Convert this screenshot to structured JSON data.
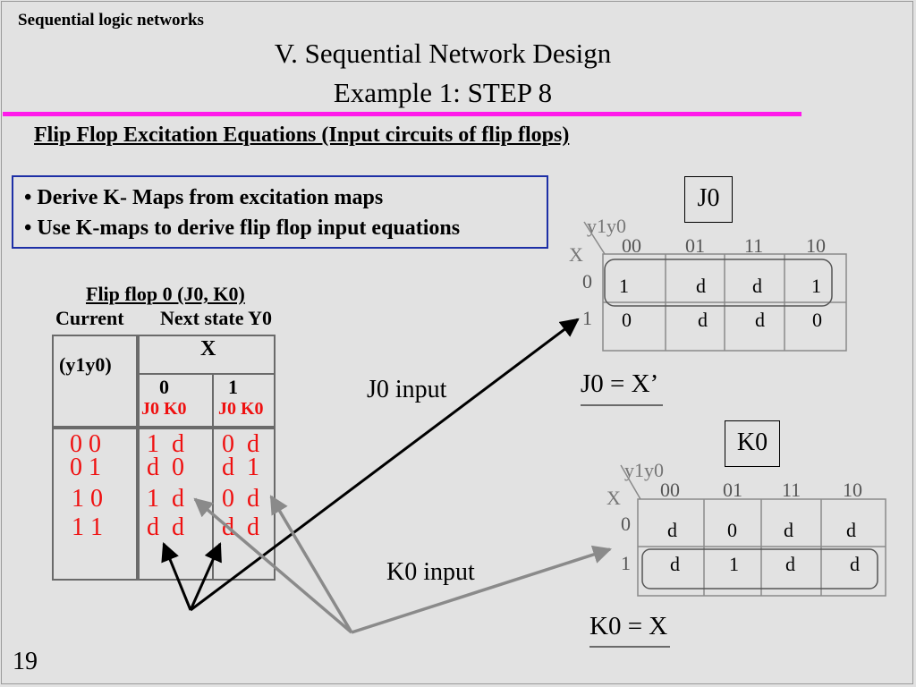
{
  "header": {
    "course_label": "Sequential logic networks"
  },
  "slide": {
    "title": "V. Sequential Network Design",
    "subtitle": "Example 1: STEP 8",
    "section_heading": "Flip Flop Excitation Equations  (Input circuits of flip flops)",
    "page_number": "19"
  },
  "bullets": [
    "• Derive K- Maps from excitation maps",
    "• Use K-maps to derive flip flop input equations"
  ],
  "excitation_table": {
    "title": "Flip flop 0 (J0, K0)",
    "current_label": "Current",
    "next_label": "Next state Y0",
    "state_header": "(y1y0)",
    "x_header": "X",
    "x_values": [
      "0",
      "1"
    ],
    "sub_header": "J0 K0",
    "states": [
      "0 0",
      "0 1",
      "1 0",
      "1 1"
    ],
    "x0_cells": [
      "1  d",
      "d  0",
      "1  d",
      "d  d"
    ],
    "x1_cells": [
      "0  d",
      "d  1",
      "0  d",
      "d  d"
    ]
  },
  "arrow_labels": {
    "j0_input": "J0 input",
    "k0_input": "K0 input"
  },
  "kmap_j0": {
    "name": "J0",
    "row_var": "X",
    "col_var": "y1y0",
    "columns": [
      "00",
      "01",
      "11",
      "10"
    ],
    "rows": [
      "0",
      "1"
    ],
    "cells": [
      [
        "1",
        "d",
        "d",
        "1"
      ],
      [
        "0",
        "d",
        "d",
        "0"
      ]
    ],
    "equation": "J0 = X’"
  },
  "kmap_k0": {
    "name": "K0",
    "row_var": "X",
    "col_var": "y1y0",
    "columns": [
      "00",
      "01",
      "11",
      "10"
    ],
    "rows": [
      "0",
      "1"
    ],
    "cells": [
      [
        "d",
        "0",
        "d",
        "d"
      ],
      [
        "d",
        "1",
        "d",
        "d"
      ]
    ],
    "equation": "K0 = X"
  },
  "colors": {
    "accent_rule": "#ff1aeb",
    "highlight_red": "#ef1010",
    "box_blue": "#1d2fa6",
    "arrow_gray": "#8a8a8a"
  }
}
